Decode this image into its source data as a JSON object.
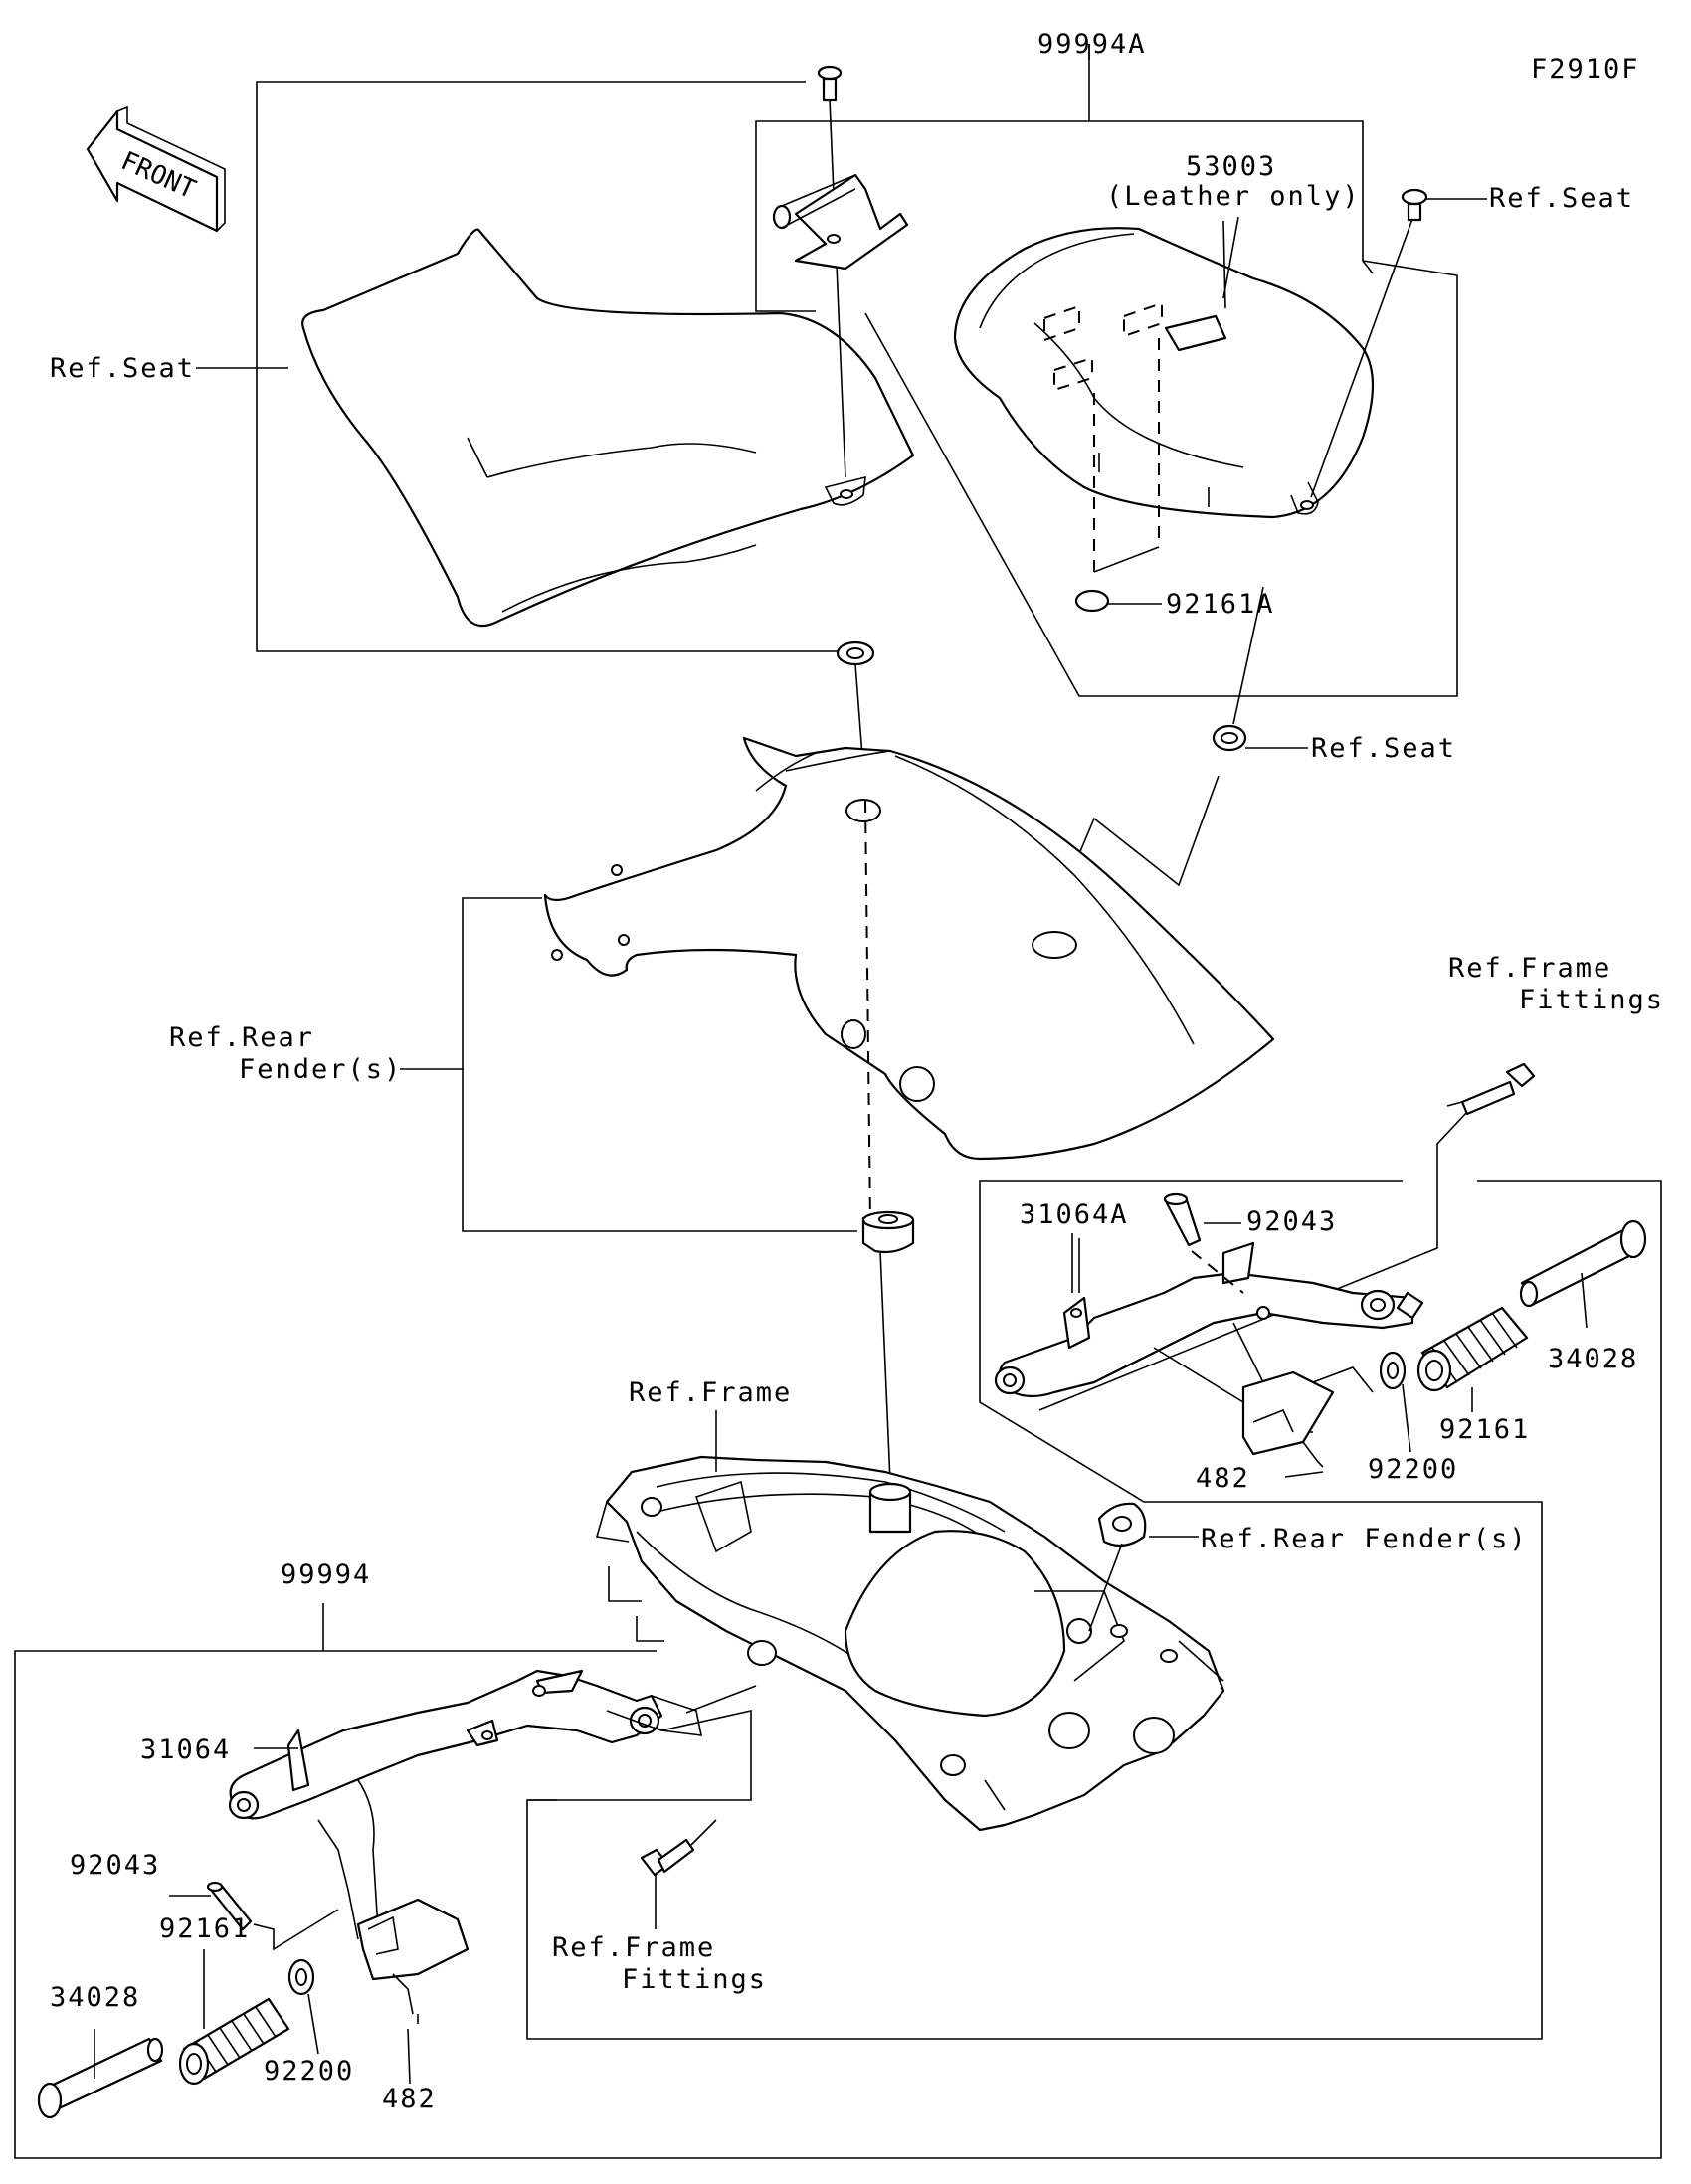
{
  "diagram_code": "F2910F",
  "front_arrow_text": "FRONT",
  "labels": {
    "assy_99994A": "99994A",
    "p53003": "53003",
    "p53003_note": "(Leather only)",
    "ref_seat_top_right": "Ref.Seat",
    "ref_seat_left": "Ref.Seat",
    "p92161A": "92161A",
    "ref_seat_mid": "Ref.Seat",
    "ref_rear_fender_left_1": "Ref.Rear",
    "ref_rear_fender_left_2": "Fender(s)",
    "ref_frame_fittings_right_1": "Ref.Frame",
    "ref_frame_fittings_right_2": "Fittings",
    "r_31064A": "31064A",
    "r_92043": "92043",
    "r_34028": "34028",
    "r_92161": "92161",
    "r_92200": "92200",
    "r_482": "482",
    "ref_frame": "Ref.Frame",
    "ref_rear_fender_right": "Ref.Rear Fender(s)",
    "assy_99994": "99994",
    "l_31064": "31064",
    "l_92043": "92043",
    "l_92161": "92161",
    "l_34028": "34028",
    "l_92200": "92200",
    "l_482": "482",
    "ref_frame_fittings_bottom_1": "Ref.Frame",
    "ref_frame_fittings_bottom_2": "Fittings"
  }
}
